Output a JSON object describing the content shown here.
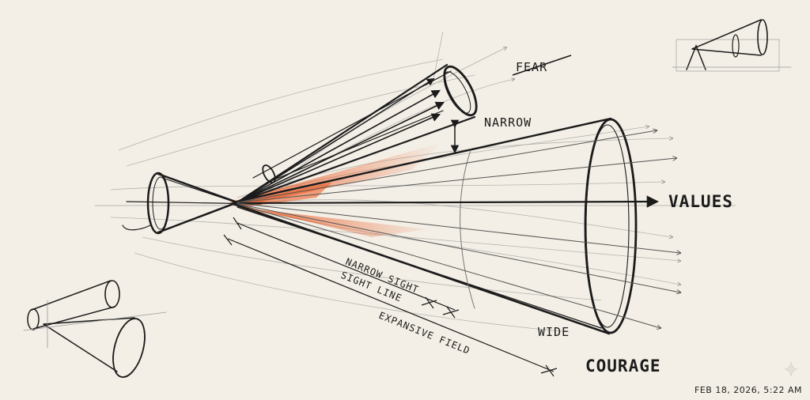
{
  "labels": {
    "fear": "FEAR",
    "narrow": "NARROW",
    "values": "VALUES",
    "narrow_sight": "NARROW SIGHT",
    "sight_line": "SIGHT LINE",
    "expansive_field": "EXPANSIVE FIELD",
    "wide": "WIDE",
    "courage": "COURAGE"
  },
  "timestamp": "FEB 18, 2026, 5:22 AM",
  "colors": {
    "paper": "#f3efe6",
    "ink": "#1b1b1b",
    "accent": "#e8551f"
  },
  "icons": [
    "sparkle-icon"
  ]
}
